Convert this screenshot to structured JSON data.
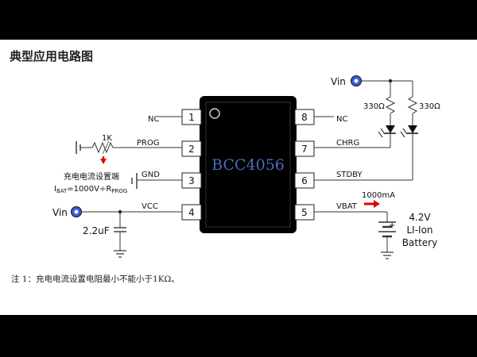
{
  "title": "典型应用电路图",
  "note": "注 1：充电电流设置电阻最小不能小于1KΩ。",
  "chip": {
    "name": "BCC4056",
    "pins": [
      {
        "num": "1",
        "label": "NC"
      },
      {
        "num": "2",
        "label": "PROG"
      },
      {
        "num": "3",
        "label": "GND"
      },
      {
        "num": "4",
        "label": "VCC"
      },
      {
        "num": "8",
        "label": "NC"
      },
      {
        "num": "7",
        "label": "CHRG"
      },
      {
        "num": "6",
        "label": "STDBY"
      },
      {
        "num": "5",
        "label": "VBAT"
      }
    ]
  },
  "components": {
    "prog_resistor": "1K",
    "prog_caption": "充电电流设置端",
    "formula": {
      "i": "I",
      "bat": "BAT",
      "mid": "=1000V÷R",
      "prog": "PROG"
    },
    "cap": "2.2uF",
    "vin_left": "Vin",
    "vin_top": "Vin",
    "r_led1": "330Ω",
    "r_led2": "330Ω",
    "current": "1000mA",
    "battery_voltage": "4.2V",
    "battery_type": "LI-Ion",
    "battery_word": "Battery",
    "plus": "+"
  },
  "colors": {
    "chip_body": "#000000",
    "chip_text": "#4a6db5",
    "accent_red": "#e00000",
    "vin_blue": "#3b5bd6"
  }
}
